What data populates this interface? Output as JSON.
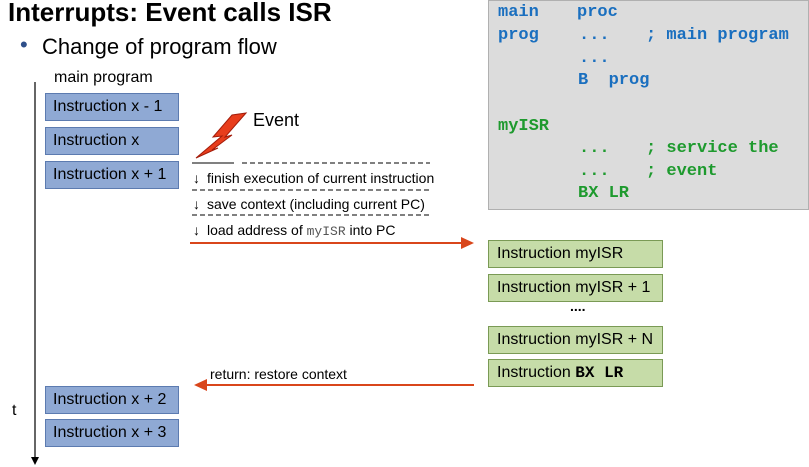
{
  "title": "Interrupts: Event calls ISR",
  "bullet": "Change of program flow",
  "main_program_label": "main program",
  "time_label": "t",
  "event_label": "Event",
  "main_instructions": [
    "Instruction x - 1",
    "Instruction x",
    "Instruction x + 1"
  ],
  "after_instructions": [
    "Instruction x + 2",
    "Instruction x + 3"
  ],
  "steps": {
    "step1": "finish execution of current instruction",
    "step2": "save context (including current PC)",
    "step3_pre": "load address of ",
    "step3_code": "myISR",
    "step3_post": " into PC"
  },
  "isr_instructions": {
    "i1": "Instruction myISR",
    "i2": "Instruction myISR + 1",
    "ellipsis": "....",
    "i3": "Instruction myISR + N",
    "i4_pre": "Instruction ",
    "i4_code": "BX LR"
  },
  "return_label": "return:   restore context",
  "code": {
    "l1a": "main",
    "l1b": "proc",
    "l2a": "prog",
    "l2b": "...",
    "l2c": "; main program",
    "l3": "...",
    "l4": "B  prog",
    "l5": "myISR",
    "l6a": "...",
    "l6b": "; service the",
    "l7a": "...",
    "l7b": "; event",
    "l8": "BX LR"
  },
  "colors": {
    "main_box": "#8fa9d4",
    "isr_box": "#c6dca8",
    "arrow": "#d9461b",
    "code_blue": "#1a6fbf",
    "code_green": "#1e9a2e"
  }
}
